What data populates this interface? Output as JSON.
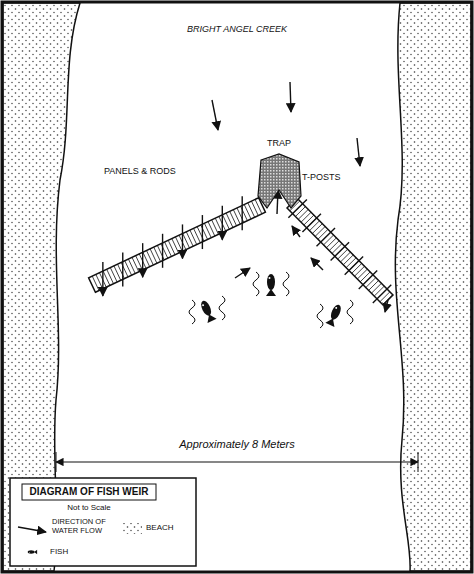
{
  "diagram": {
    "title": "DIAGRAM OF FISH WEIR",
    "nodes": [
      {
        "text": [
          "TRAP"
        ]
      }
    ],
    "labels": [
      "BRIGHT ANGEL CREEK",
      "PANELS & RODS",
      "T-POSTS",
      "Approximately 8 Meters",
      "Not to Scale"
    ],
    "legend": [
      {
        "text": "DIRECTION OF WATER FLOW"
      },
      {
        "text": "BEACH"
      },
      {
        "text": "FISH"
      }
    ]
  }
}
